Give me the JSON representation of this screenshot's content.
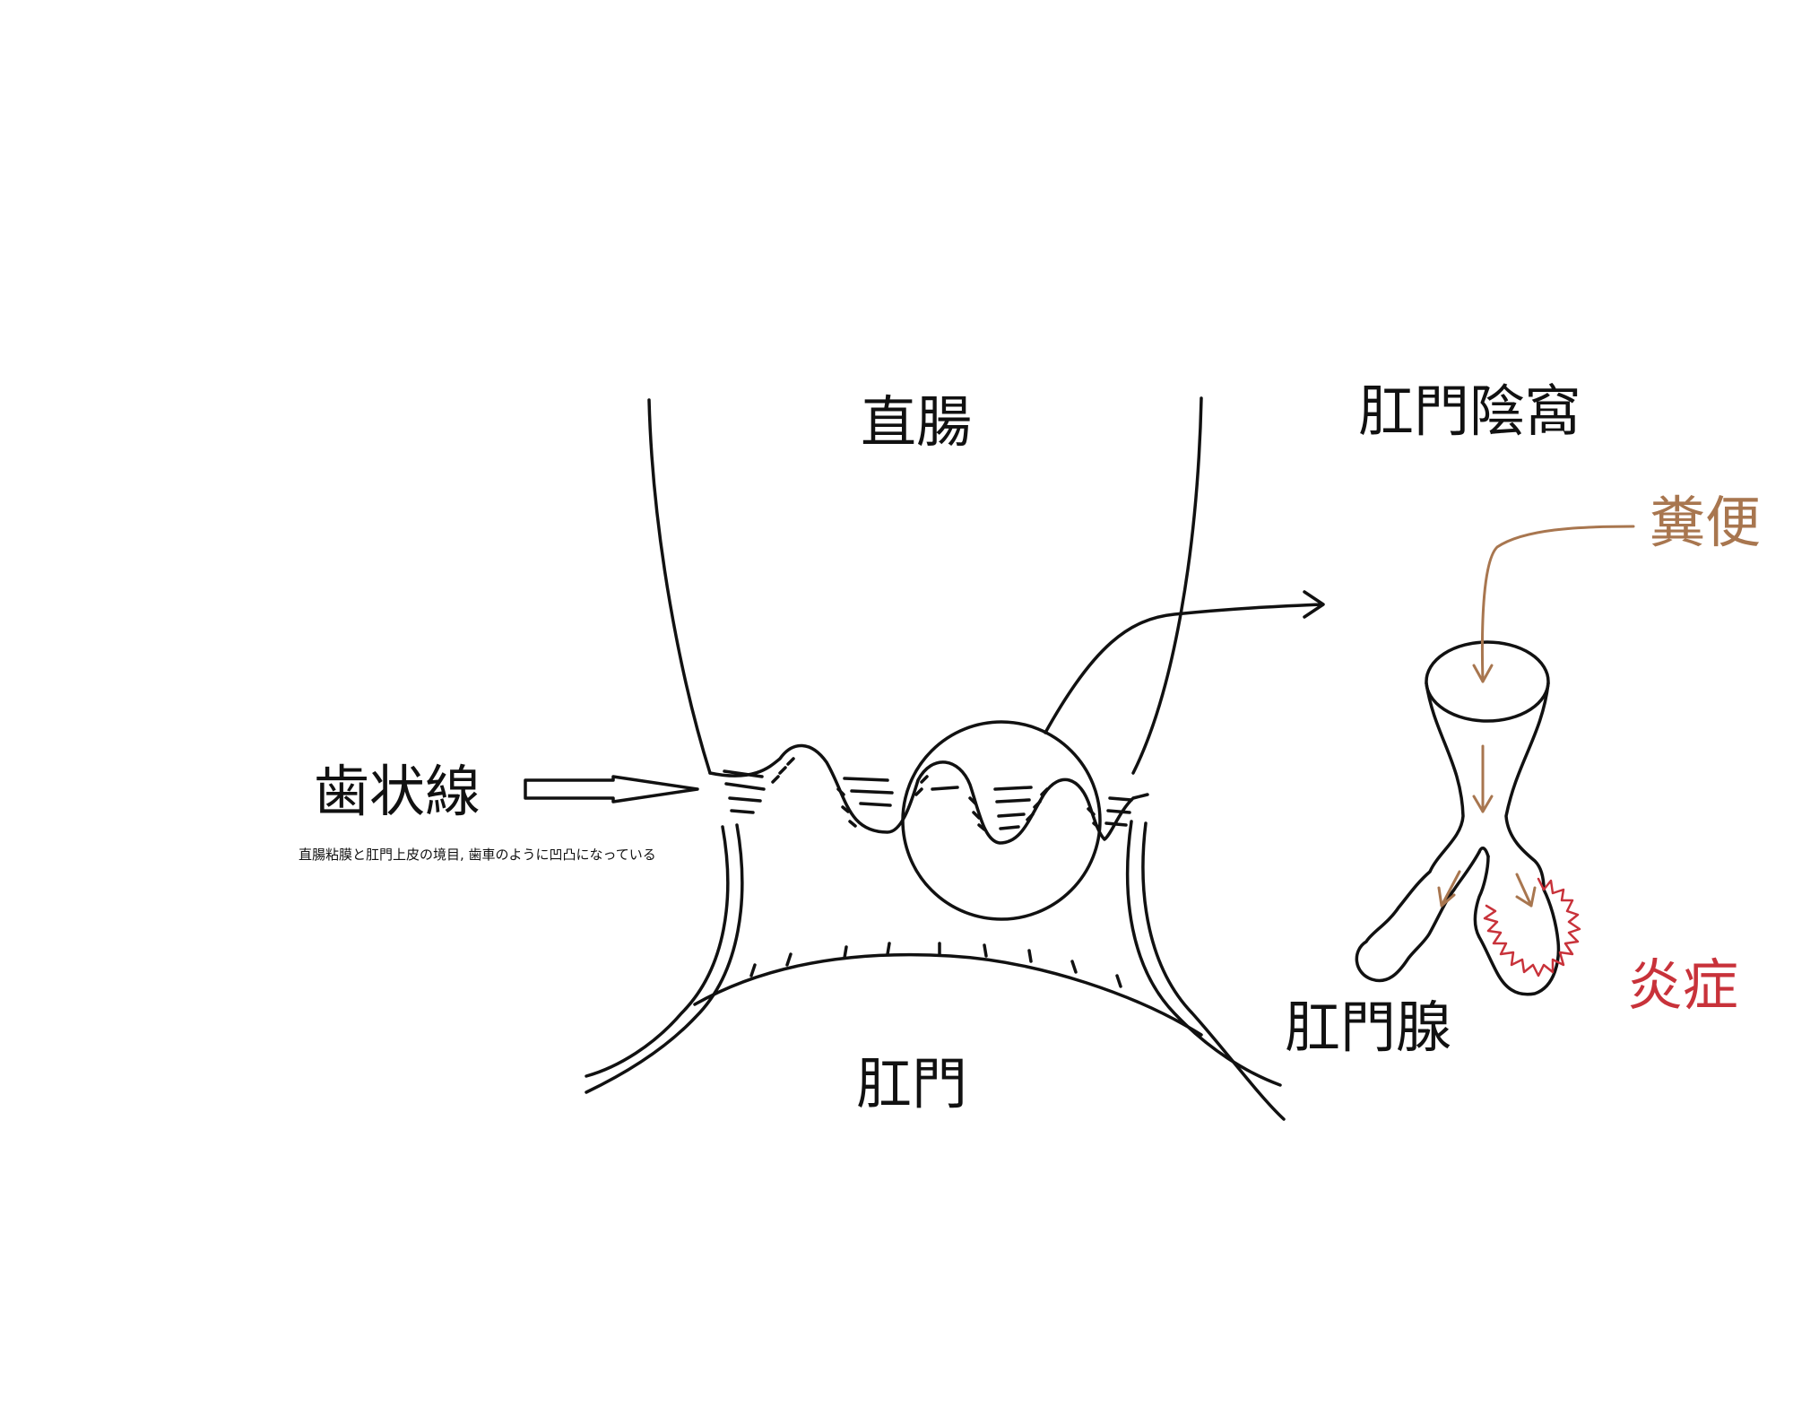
{
  "labels": {
    "rectum": "直腸",
    "anal_crypt": "肛門陰窩",
    "stool": "糞便",
    "dentate_line": "歯状線",
    "dentate_line_desc": "直腸粘膜と肛門上皮の境目, 歯車のように凹凸になっている",
    "anus": "肛門",
    "anal_gland": "肛門腺",
    "inflammation": "炎症"
  },
  "colors": {
    "line": "#111111",
    "stool": "#a8764f",
    "inflammation": "#c8323a"
  }
}
